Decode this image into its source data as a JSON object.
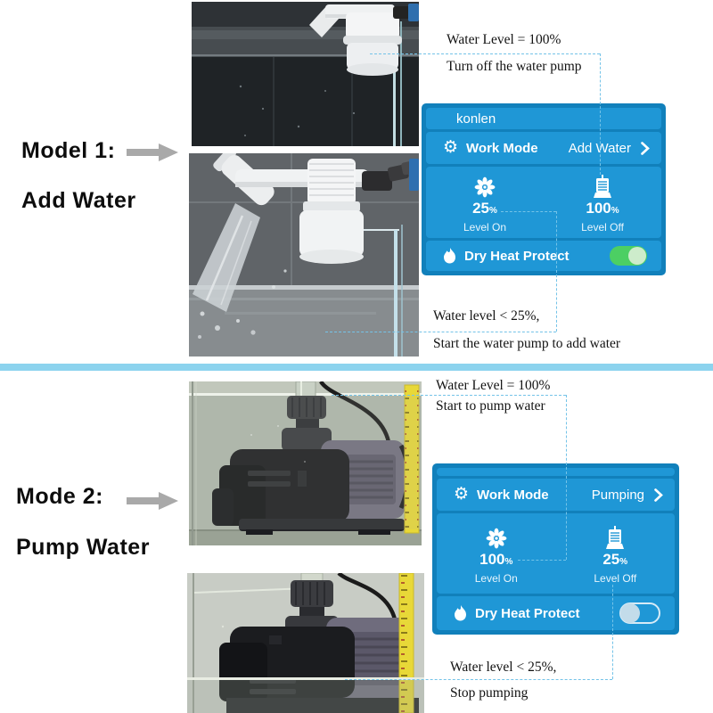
{
  "colors": {
    "panel_bg": "#1180bb",
    "row_bg": "#1f97d6",
    "divider": "#8cd3ee",
    "dashed_line": "#74c3e8",
    "toggle_on": "#4ccf63",
    "toggle_on_knob": "#cdeccb",
    "toggle_off_outline": "#d6ebf7",
    "toggle_off_knob": "#c3dcea",
    "arrow": "#a9a9a9"
  },
  "icons": {
    "gear_glyph": "⚙",
    "work_mode": "gear-icon",
    "level_on": "fan-icon",
    "level_off": "water-level-sensor-icon",
    "dry_heat": "flame-icon",
    "work_mode_nav": "chevron-right-icon",
    "section_pointer": "arrow-right-icon"
  },
  "section1": {
    "label_line1": "Model 1:",
    "label_line2": "Add Water",
    "callout_top": {
      "line1": "Water Level = 100%",
      "line2": "Turn off the water pump"
    },
    "callout_bottom": {
      "line1": "Water level < 25%,",
      "line2": "Start the water pump to add water"
    },
    "app": {
      "header": "konlen",
      "work_mode_label": "Work Mode",
      "work_mode_value": "Add Water",
      "level_on": {
        "value": "25",
        "unit": "%",
        "label": "Level On"
      },
      "level_off": {
        "value": "100",
        "unit": "%",
        "label": "Level Off"
      },
      "dry_heat_label": "Dry Heat Protect",
      "dry_heat_state": "on"
    }
  },
  "section2": {
    "label_line1": "Mode 2:",
    "label_line2": "Pump Water",
    "callout_top": {
      "line1": "Water Level = 100%",
      "line2": "Start to pump water"
    },
    "callout_bottom": {
      "line1": "Water level < 25%,",
      "line2": "Stop pumping"
    },
    "app": {
      "work_mode_label": "Work Mode",
      "work_mode_value": "Pumping",
      "level_on": {
        "value": "100",
        "unit": "%",
        "label": "Level On"
      },
      "level_off": {
        "value": "25",
        "unit": "%",
        "label": "Level Off"
      },
      "dry_heat_label": "Dry Heat Protect",
      "dry_heat_state": "off"
    }
  }
}
